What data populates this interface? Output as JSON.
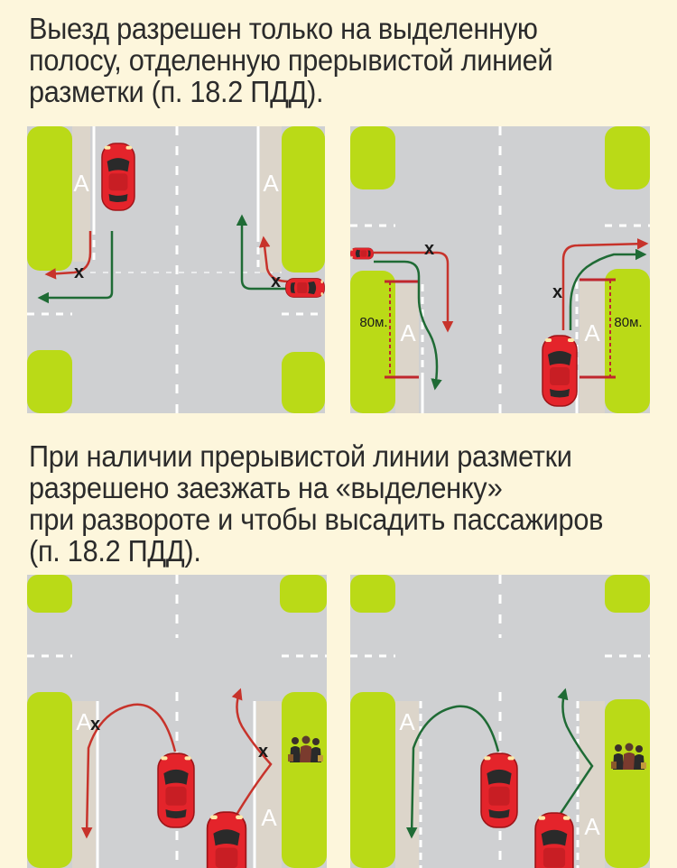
{
  "heading_top": {
    "lines": [
      "Выезд разрешен только на выделенную",
      "полосу, отделенную прерывистой линией",
      "разметки (п. 18.2 ПДД)."
    ]
  },
  "heading_bottom": {
    "lines": [
      "При наличии прерывистой линии разметки",
      "разрешено заезжать на «выделенку»",
      "при развороте и чтобы высадить пассажиров",
      "(п. 18.2 ПДД)."
    ]
  },
  "lane_letter": "А",
  "forbidden_mark": "х",
  "distance_label": "80м.",
  "colors": {
    "background": "#fdf6dc",
    "grass": "#bada17",
    "road": "#cfd0d2",
    "bus_lane": "#dcd5ca",
    "car": "#e4242b",
    "allowed_arrow": "#1f6b35",
    "forbidden_arrow": "#c7332b",
    "distance_marker": "#c0272d"
  },
  "icons": [
    "car-icon",
    "pedestrians-icon",
    "allowed-arrow-icon",
    "forbidden-arrow-icon"
  ]
}
